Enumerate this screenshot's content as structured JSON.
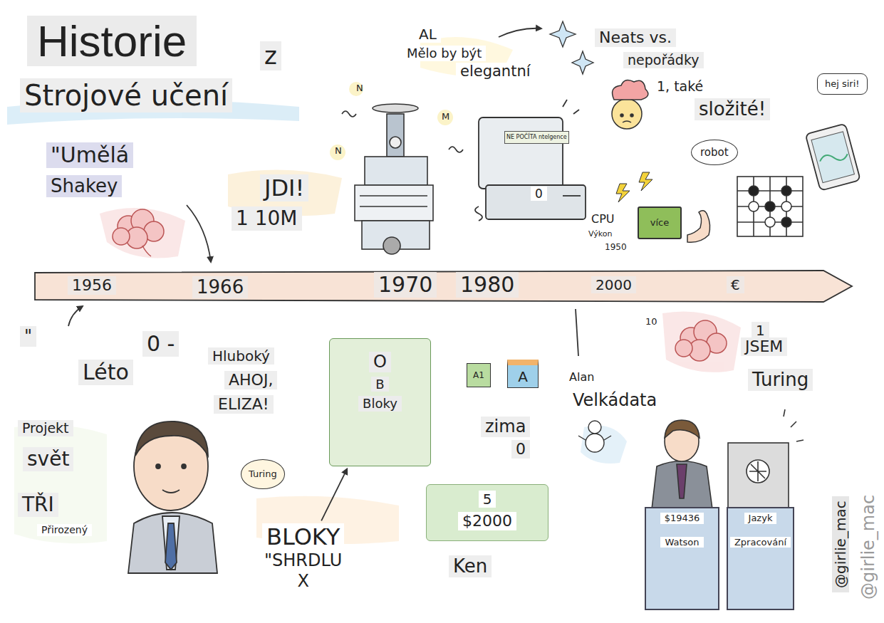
{
  "diagram": {
    "title": "Historie",
    "nodes": [
      {
        "text": [
          "1956",
          "1966",
          "1970",
          "1980",
          "2000",
          "€"
        ]
      },
      {
        "text": [
          "NE POČÍTA ntelgence"
        ]
      },
      {
        "text": [
          "hej siri!"
        ]
      },
      {
        "text": [
          "robot"
        ]
      },
      {
        "text": [
          "více"
        ]
      },
      {
        "text": [
          "Turing"
        ]
      },
      {
        "text": [
          "O",
          "B",
          "Bloky"
        ]
      },
      {
        "text": [
          "BLOKY",
          "\"SHRDLU",
          "X"
        ]
      },
      {
        "text": [
          "A1"
        ]
      },
      {
        "text": [
          "A"
        ]
      },
      {
        "text": [
          "5",
          "$2000"
        ]
      },
      {
        "text": [
          "$19436",
          "Watson"
        ]
      },
      {
        "text": [
          "Jazyk",
          "Zpracování"
        ]
      }
    ],
    "edges": [
      {
        "from": 7,
        "to": 6,
        "arrow": "to"
      }
    ],
    "labels": [
      "z",
      "Strojové učení",
      "\"Umělá",
      "Shakey",
      "JDI!",
      "1 10M",
      "AL",
      "Mělo by být",
      "elegantní",
      "Neats vs.",
      "nepořádky",
      "1, také",
      "složité!",
      "0",
      "CPU",
      "Výkon",
      "1950",
      "N",
      "M",
      "N",
      "\"",
      "0 -",
      "Léto",
      "Hluboký",
      "AHOJ,",
      "ELIZA!",
      "Projekt",
      "svět",
      "TŘI",
      "Přirozený",
      "zima",
      "0",
      "Ken",
      "Alan",
      "Velkádata",
      "10",
      "1",
      "JSEM",
      "Turing",
      "@girlie_mac",
      "@girlie_mac"
    ]
  }
}
